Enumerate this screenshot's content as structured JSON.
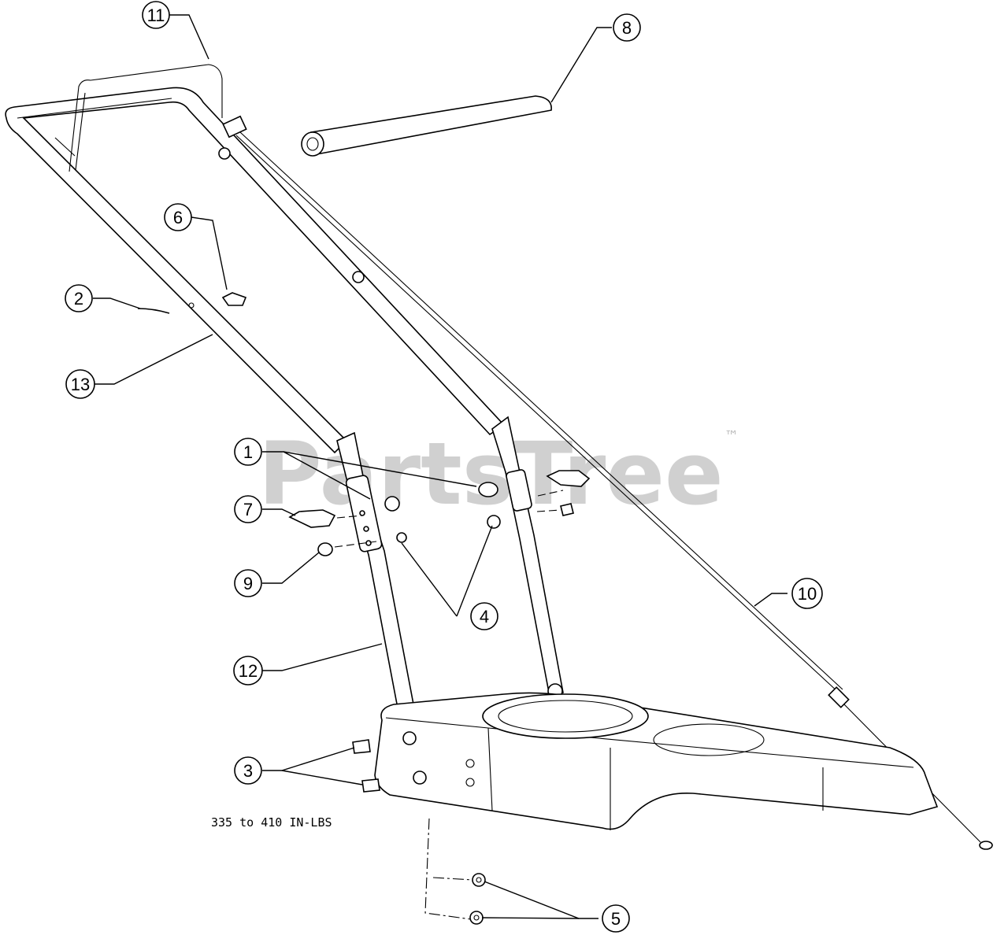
{
  "watermark": {
    "text": "PartsTree",
    "tm": "™"
  },
  "note": "335 to 410 IN-LBS",
  "callouts": [
    {
      "id": "callout-11",
      "label": "11"
    },
    {
      "id": "callout-8",
      "label": "8"
    },
    {
      "id": "callout-6",
      "label": "6"
    },
    {
      "id": "callout-2",
      "label": "2"
    },
    {
      "id": "callout-13",
      "label": "13"
    },
    {
      "id": "callout-1",
      "label": "1"
    },
    {
      "id": "callout-7",
      "label": "7"
    },
    {
      "id": "callout-9",
      "label": "9"
    },
    {
      "id": "callout-4",
      "label": "4"
    },
    {
      "id": "callout-10",
      "label": "10"
    },
    {
      "id": "callout-12",
      "label": "12"
    },
    {
      "id": "callout-3",
      "label": "3"
    },
    {
      "id": "callout-5",
      "label": "5"
    }
  ]
}
